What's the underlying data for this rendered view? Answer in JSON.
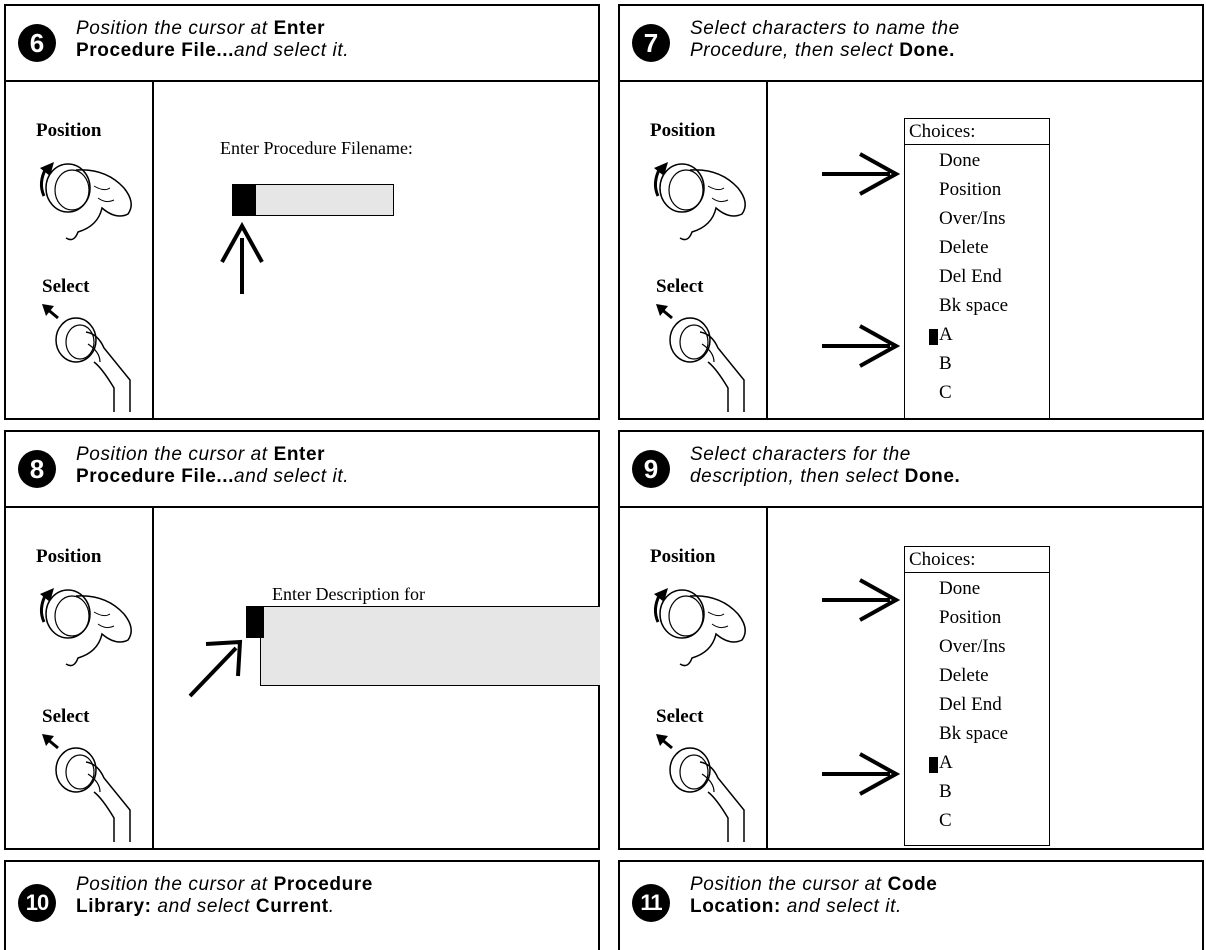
{
  "panels": [
    {
      "step": "6",
      "instr_pre": "Position the cursor at ",
      "instr_bold": "Enter",
      "instr_bold2": "Procedure File...",
      "instr_post": "and select it.",
      "position_label": "Position",
      "select_label": "Select",
      "screen_prompt": "Enter Procedure Filename:"
    },
    {
      "step": "7",
      "instr_pre": "Select characters to name the",
      "instr_line2": "Procedure, then select ",
      "instr_bold": "Done.",
      "position_label": "Position",
      "select_label": "Select",
      "choices_title": "Choices:",
      "choices": [
        "Done",
        "Position",
        "Over/Ins",
        "Delete",
        "Del End",
        "Bk space",
        "A",
        "B",
        "C"
      ]
    },
    {
      "step": "8",
      "instr_pre": "Position the cursor at ",
      "instr_bold": "Enter",
      "instr_bold2": "Procedure File...",
      "instr_post": "and select it.",
      "position_label": "Position",
      "select_label": "Select",
      "screen_prompt": "Enter Description for"
    },
    {
      "step": "9",
      "instr_pre": "Select characters for the",
      "instr_line2": "description, then select ",
      "instr_bold": "Done.",
      "position_label": "Position",
      "select_label": "Select",
      "choices_title": "Choices:",
      "choices": [
        "Done",
        "Position",
        "Over/Ins",
        "Delete",
        "Del End",
        "Bk space",
        "A",
        "B",
        "C"
      ]
    },
    {
      "step": "10",
      "instr_pre": "Position the cursor at ",
      "instr_bold": "Procedure",
      "instr_bold2": "Library:",
      "instr_mid": " and select ",
      "instr_bold3": "Current",
      "instr_post": "."
    },
    {
      "step": "11",
      "instr_pre": "Position the cursor at ",
      "instr_bold": "Code",
      "instr_bold2": "Location:",
      "instr_post": " and select it."
    }
  ]
}
